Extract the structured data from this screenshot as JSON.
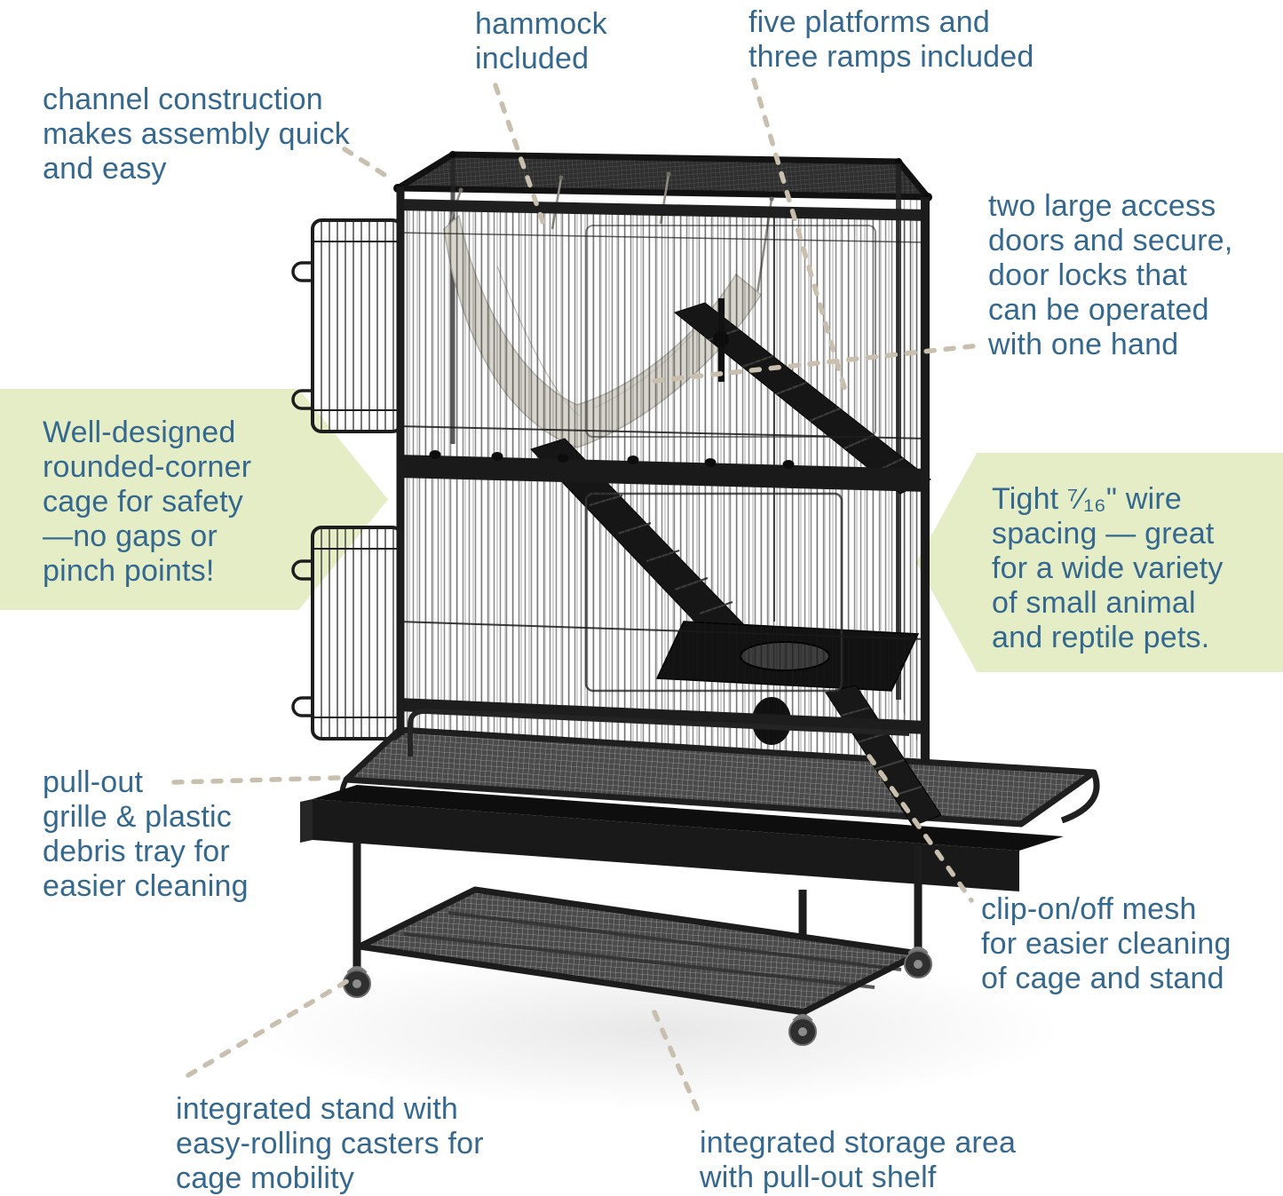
{
  "palette": {
    "background": "#ffffff",
    "text_blue": "#34688f",
    "highlight_green": "#e5edc6",
    "leader_dots": "#c8bfae",
    "cage_black": "#1c1c1c",
    "hammock_gray": "#d8d5cd"
  },
  "callouts": {
    "hammock": {
      "lines": [
        "hammock",
        "included"
      ]
    },
    "platforms": {
      "lines": [
        "five platforms and",
        "three ramps included"
      ]
    },
    "channel": {
      "lines": [
        "channel construction",
        "makes assembly quick",
        "and easy"
      ]
    },
    "doors": {
      "lines": [
        "two large access",
        "doors and secure,",
        "door locks that",
        "can be operated",
        "with one hand"
      ]
    },
    "rounded_corner": {
      "lines": [
        "Well-designed",
        "rounded-corner",
        "cage for safety",
        "—no gaps or",
        "pinch points!"
      ]
    },
    "wire_spacing": {
      "lines": [
        "Tight ⁷⁄₁₆\" wire",
        "spacing — great",
        "for a wide variety",
        "of small animal",
        "and reptile pets."
      ]
    },
    "pull_out": {
      "lines": [
        "pull-out",
        "grille & plastic",
        "debris tray for",
        "easier cleaning"
      ]
    },
    "clip_mesh": {
      "lines": [
        "clip-on/off mesh",
        "for easier cleaning",
        "of cage and stand"
      ]
    },
    "stand": {
      "lines": [
        "integrated stand with",
        "easy-rolling casters for",
        "cage mobility"
      ]
    },
    "storage": {
      "lines": [
        "integrated storage area",
        "with pull-out shelf"
      ]
    }
  }
}
